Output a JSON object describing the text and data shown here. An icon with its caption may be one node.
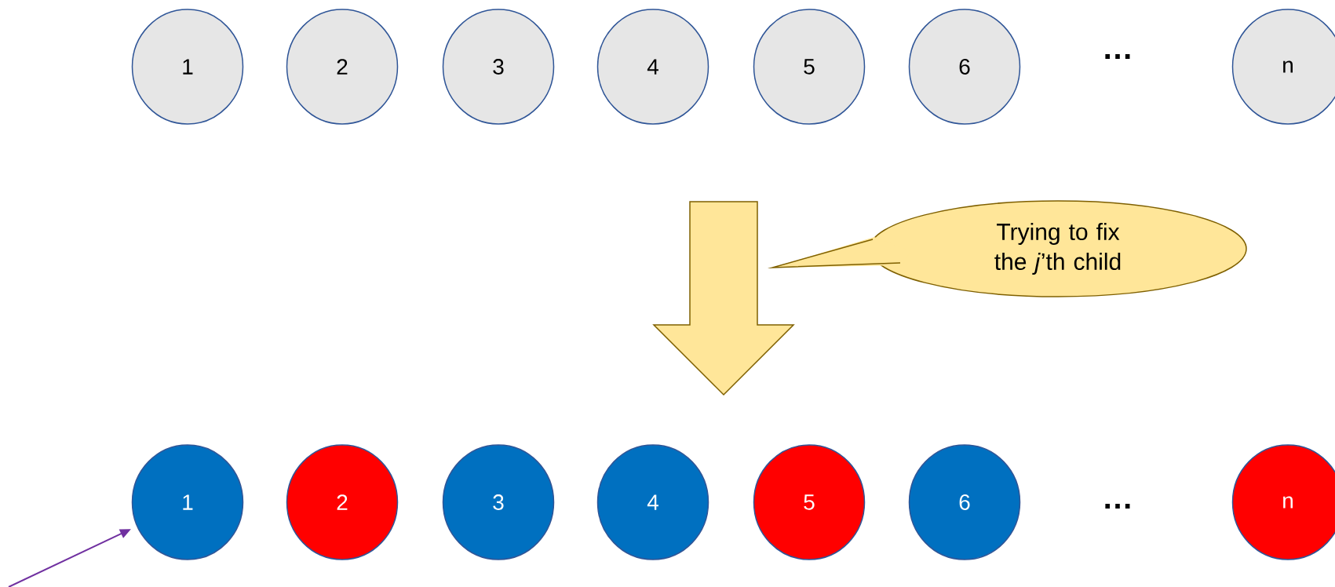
{
  "diagram": {
    "nodes": [
      {
        "text": [
          "1"
        ]
      },
      {
        "text": [
          "2"
        ]
      },
      {
        "text": [
          "3"
        ]
      },
      {
        "text": [
          "4"
        ]
      },
      {
        "text": [
          "5"
        ]
      },
      {
        "text": [
          "6"
        ]
      },
      {
        "text": [
          "n"
        ]
      },
      {
        "text": [
          "1"
        ]
      },
      {
        "text": [
          "2"
        ]
      },
      {
        "text": [
          "3"
        ]
      },
      {
        "text": [
          "4"
        ]
      },
      {
        "text": [
          "5"
        ]
      },
      {
        "text": [
          "6"
        ]
      },
      {
        "text": [
          "n"
        ]
      },
      {
        "text": [
          "Trying to fix the *j*’th child"
        ]
      }
    ],
    "edges": [
      {
        "from": null,
        "to": 7,
        "arrow": "to",
        "color": "#7030a0"
      }
    ],
    "labels": [
      "…",
      "…"
    ]
  }
}
